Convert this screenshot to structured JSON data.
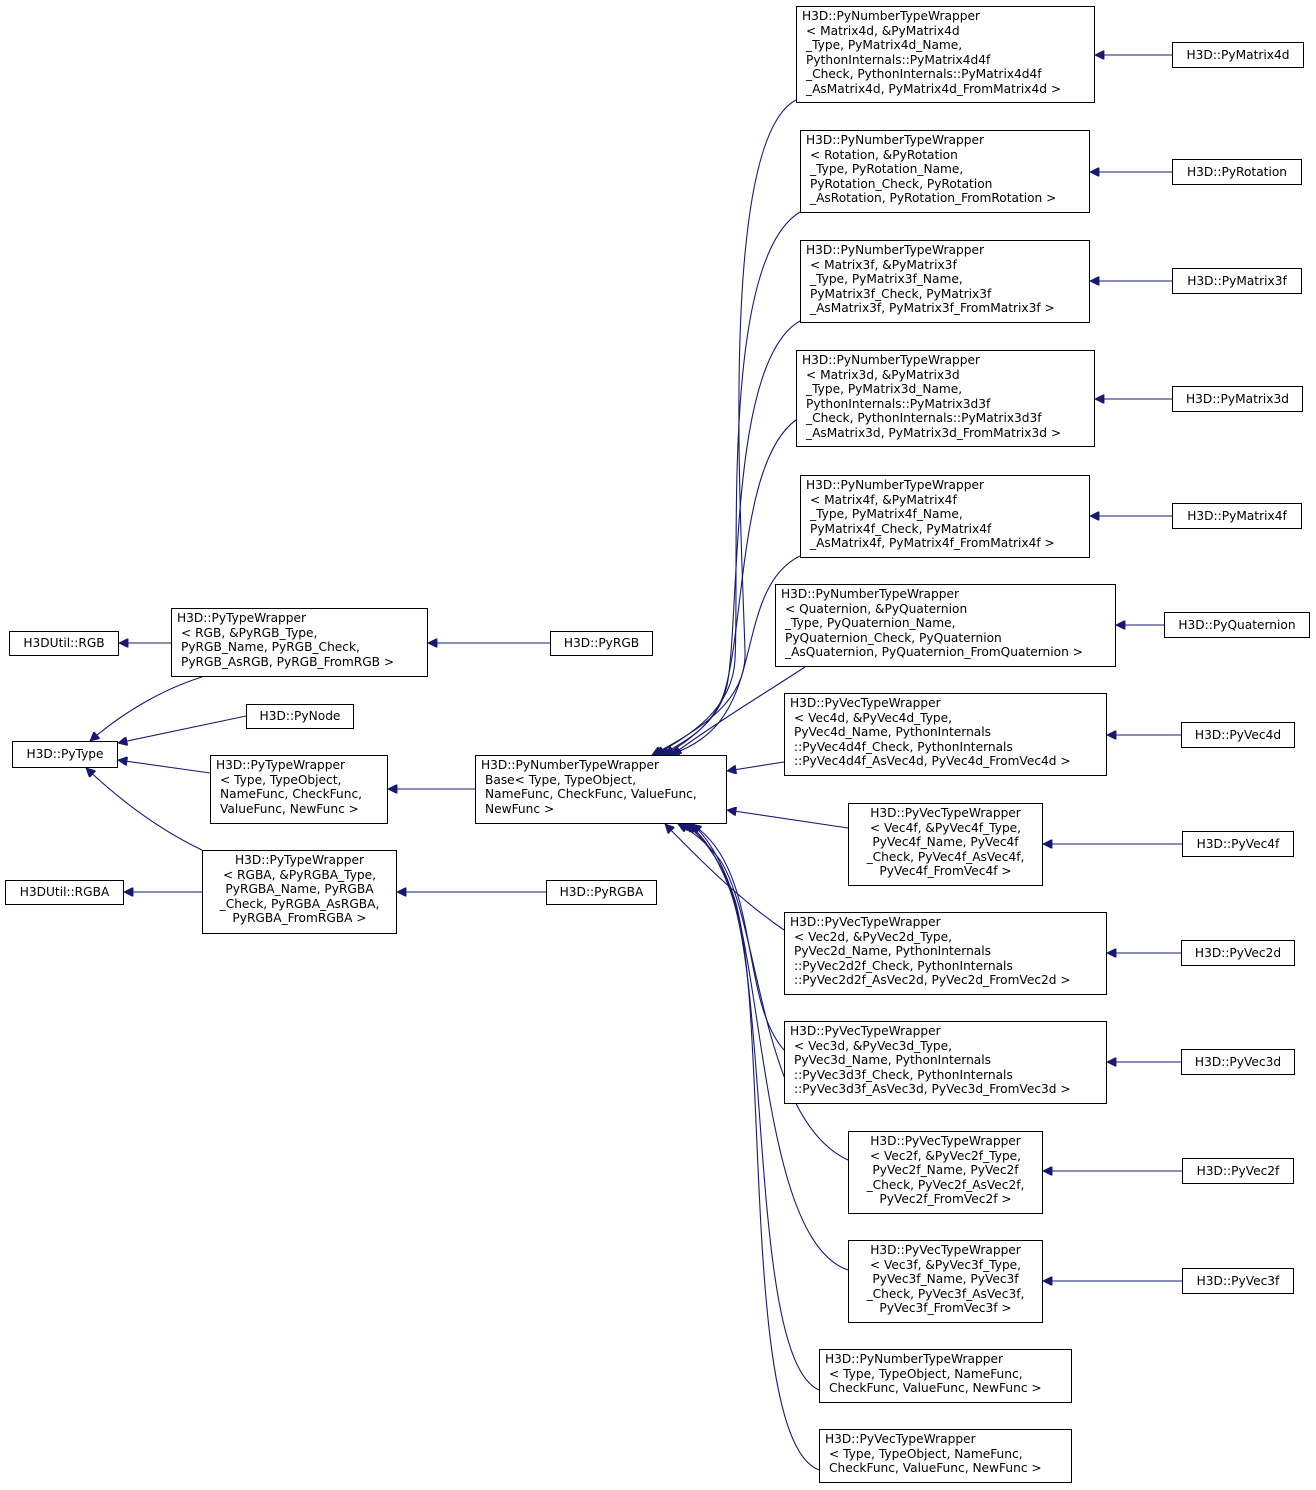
{
  "diagram": {
    "edge_color": "#191970",
    "nodes": [
      {
        "id": "pymatrix4d",
        "lines": [
          "H3D::PyMatrix4d"
        ]
      },
      {
        "id": "pyrotation",
        "lines": [
          "H3D::PyRotation"
        ]
      },
      {
        "id": "pymatrix3f",
        "lines": [
          "H3D::PyMatrix3f"
        ]
      },
      {
        "id": "pymatrix3d",
        "lines": [
          "H3D::PyMatrix3d"
        ]
      },
      {
        "id": "pymatrix4f",
        "lines": [
          "H3D::PyMatrix4f"
        ]
      },
      {
        "id": "pyquaternion",
        "lines": [
          "H3D::PyQuaternion"
        ]
      },
      {
        "id": "pyvec4d",
        "lines": [
          "H3D::PyVec4d"
        ]
      },
      {
        "id": "pyvec4f",
        "lines": [
          "H3D::PyVec4f"
        ]
      },
      {
        "id": "pyvec2d",
        "lines": [
          "H3D::PyVec2d"
        ]
      },
      {
        "id": "pyvec3d",
        "lines": [
          "H3D::PyVec3d"
        ]
      },
      {
        "id": "pyvec2f",
        "lines": [
          "H3D::PyVec2f"
        ]
      },
      {
        "id": "pyvec3f",
        "lines": [
          "H3D::PyVec3f"
        ]
      },
      {
        "id": "pyrgb",
        "lines": [
          "H3D::PyRGB"
        ]
      },
      {
        "id": "pyrgba",
        "lines": [
          "H3D::PyRGBA"
        ]
      },
      {
        "id": "pynode",
        "lines": [
          "H3D::PyNode"
        ]
      },
      {
        "id": "pytype",
        "lines": [
          "H3D::PyType"
        ]
      },
      {
        "id": "h3dutil-rgb",
        "lines": [
          "H3DUtil::RGB"
        ]
      },
      {
        "id": "h3dutil-rgba",
        "lines": [
          "H3DUtil::RGBA"
        ]
      },
      {
        "id": "w-matrix4d",
        "lines": [
          "H3D::PyNumberTypeWrapper",
          "< Matrix4d, &PyMatrix4d",
          "_Type, PyMatrix4d_Name,",
          "PythonInternals::PyMatrix4d4f",
          "_Check, PythonInternals::PyMatrix4d4f",
          "_AsMatrix4d, PyMatrix4d_FromMatrix4d >"
        ]
      },
      {
        "id": "w-rotation",
        "lines": [
          "H3D::PyNumberTypeWrapper",
          "< Rotation, &PyRotation",
          "_Type, PyRotation_Name,",
          "PyRotation_Check, PyRotation",
          "_AsRotation, PyRotation_FromRotation >"
        ]
      },
      {
        "id": "w-matrix3f",
        "lines": [
          "H3D::PyNumberTypeWrapper",
          "< Matrix3f, &PyMatrix3f",
          "_Type, PyMatrix3f_Name,",
          "PyMatrix3f_Check, PyMatrix3f",
          "_AsMatrix3f, PyMatrix3f_FromMatrix3f >"
        ]
      },
      {
        "id": "w-matrix3d",
        "lines": [
          "H3D::PyNumberTypeWrapper",
          "< Matrix3d, &PyMatrix3d",
          "_Type, PyMatrix3d_Name,",
          "PythonInternals::PyMatrix3d3f",
          "_Check, PythonInternals::PyMatrix3d3f",
          "_AsMatrix3d, PyMatrix3d_FromMatrix3d >"
        ]
      },
      {
        "id": "w-matrix4f",
        "lines": [
          "H3D::PyNumberTypeWrapper",
          "< Matrix4f, &PyMatrix4f",
          "_Type, PyMatrix4f_Name,",
          "PyMatrix4f_Check, PyMatrix4f",
          "_AsMatrix4f, PyMatrix4f_FromMatrix4f >"
        ]
      },
      {
        "id": "w-quaternion",
        "lines": [
          "H3D::PyNumberTypeWrapper",
          "< Quaternion, &PyQuaternion",
          "_Type, PyQuaternion_Name,",
          "PyQuaternion_Check, PyQuaternion",
          "_AsQuaternion, PyQuaternion_FromQuaternion >"
        ]
      },
      {
        "id": "w-vec4d",
        "lines": [
          "H3D::PyVecTypeWrapper",
          "< Vec4d, &PyVec4d_Type,",
          "PyVec4d_Name, PythonInternals",
          "::PyVec4d4f_Check, PythonInternals",
          "::PyVec4d4f_AsVec4d, PyVec4d_FromVec4d >"
        ]
      },
      {
        "id": "w-vec4f",
        "lines": [
          "H3D::PyVecTypeWrapper",
          "< Vec4f, &PyVec4f_Type,",
          "PyVec4f_Name, PyVec4f",
          "_Check, PyVec4f_AsVec4f,",
          "PyVec4f_FromVec4f >"
        ]
      },
      {
        "id": "w-vec2d",
        "lines": [
          "H3D::PyVecTypeWrapper",
          "< Vec2d, &PyVec2d_Type,",
          "PyVec2d_Name, PythonInternals",
          "::PyVec2d2f_Check, PythonInternals",
          "::PyVec2d2f_AsVec2d, PyVec2d_FromVec2d >"
        ]
      },
      {
        "id": "w-vec3d",
        "lines": [
          "H3D::PyVecTypeWrapper",
          "< Vec3d, &PyVec3d_Type,",
          "PyVec3d_Name, PythonInternals",
          "::PyVec3d3f_Check, PythonInternals",
          "::PyVec3d3f_AsVec3d, PyVec3d_FromVec3d >"
        ]
      },
      {
        "id": "w-vec2f",
        "lines": [
          "H3D::PyVecTypeWrapper",
          "< Vec2f, &PyVec2f_Type,",
          "PyVec2f_Name, PyVec2f",
          "_Check, PyVec2f_AsVec2f,",
          "PyVec2f_FromVec2f >"
        ]
      },
      {
        "id": "w-vec3f",
        "lines": [
          "H3D::PyVecTypeWrapper",
          "< Vec3f, &PyVec3f_Type,",
          "PyVec3f_Name, PyVec3f",
          "_Check, PyVec3f_AsVec3f,",
          "PyVec3f_FromVec3f >"
        ]
      },
      {
        "id": "w-number-generic",
        "lines": [
          "H3D::PyNumberTypeWrapper",
          "< Type, TypeObject, NameFunc,",
          "CheckFunc, ValueFunc, NewFunc >"
        ]
      },
      {
        "id": "w-vec-generic",
        "lines": [
          "H3D::PyVecTypeWrapper",
          "< Type, TypeObject, NameFunc,",
          "CheckFunc, ValueFunc, NewFunc >"
        ]
      },
      {
        "id": "number-base",
        "lines": [
          "H3D::PyNumberTypeWrapper",
          "Base< Type, TypeObject,",
          "NameFunc, CheckFunc, ValueFunc,",
          "NewFunc >"
        ]
      },
      {
        "id": "typewrapper-generic",
        "lines": [
          "H3D::PyTypeWrapper",
          "< Type, TypeObject,",
          "NameFunc, CheckFunc,",
          "ValueFunc, NewFunc >"
        ]
      },
      {
        "id": "typewrapper-rgb",
        "lines": [
          "H3D::PyTypeWrapper",
          "< RGB, &PyRGB_Type,",
          "PyRGB_Name, PyRGB_Check,",
          "PyRGB_AsRGB, PyRGB_FromRGB >"
        ]
      },
      {
        "id": "typewrapper-rgba",
        "lines": [
          "H3D::PyTypeWrapper",
          "< RGBA, &PyRGBA_Type,",
          "PyRGBA_Name, PyRGBA",
          "_Check, PyRGBA_AsRGBA,",
          "PyRGBA_FromRGBA >"
        ]
      }
    ]
  }
}
